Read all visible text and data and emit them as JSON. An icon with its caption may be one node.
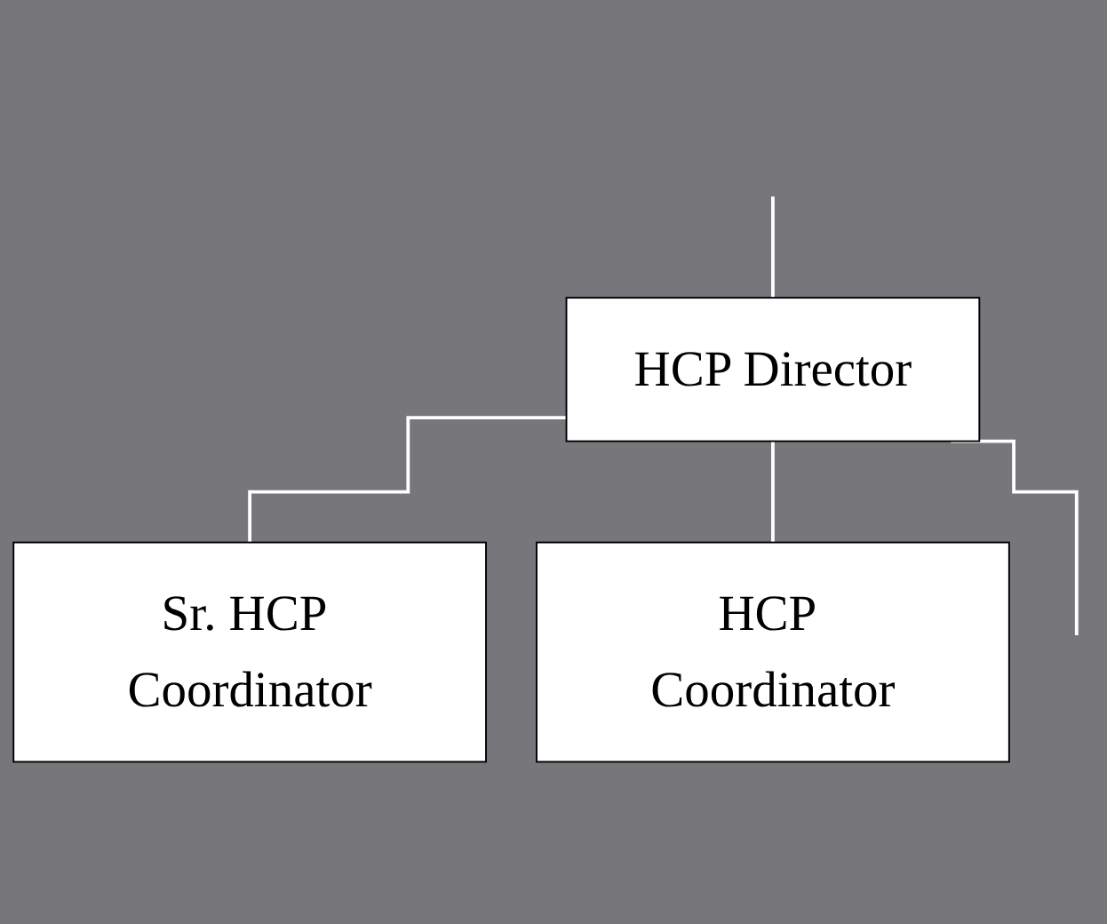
{
  "diagram": {
    "nodes": [
      {
        "text": [
          "HCP Director"
        ]
      },
      {
        "text": [
          "Sr. HCP Coordinator"
        ]
      },
      {
        "text": [
          "HCP Coordinator"
        ]
      }
    ],
    "edges": [
      {
        "from": null,
        "to": 0,
        "arrow": "none"
      },
      {
        "from": 0,
        "to": 1,
        "arrow": "none"
      },
      {
        "from": 0,
        "to": 2,
        "arrow": "none"
      },
      {
        "from": 0,
        "to": null,
        "arrow": "none"
      }
    ]
  }
}
